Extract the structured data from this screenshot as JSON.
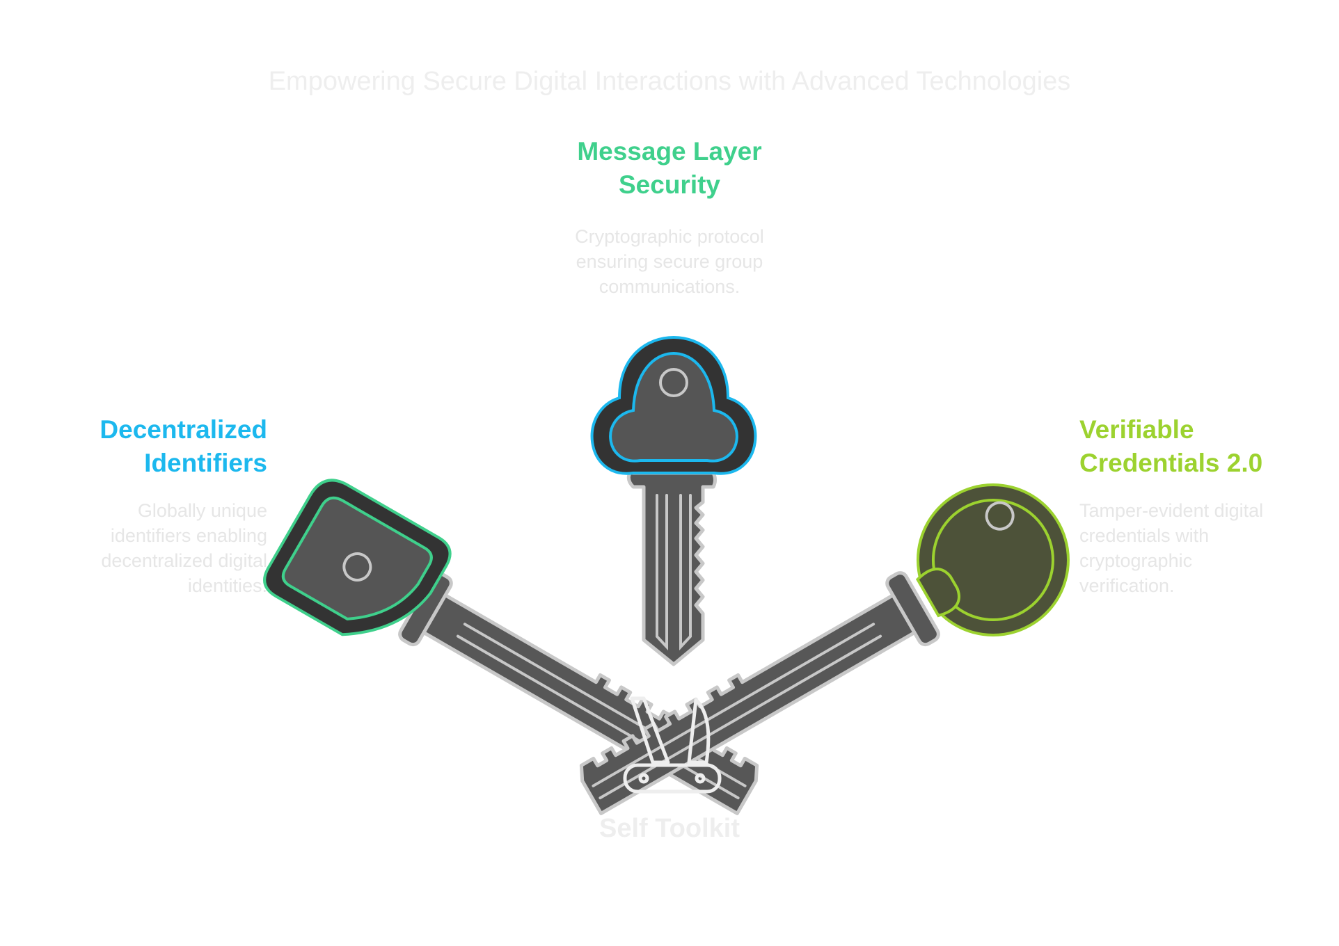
{
  "title": "Empowering Secure Digital Interactions with Advanced Technologies",
  "items": {
    "mls": {
      "heading_line1": "Message Layer",
      "heading_line2": "Security",
      "desc_line1": "Cryptographic protocol",
      "desc_line2": "ensuring secure group",
      "desc_line3": "communications.",
      "color": "#3fd08c"
    },
    "did": {
      "heading_line1": "Decentralized",
      "heading_line2": "Identifiers",
      "desc_line1": "Globally unique",
      "desc_line2": "identifiers enabling",
      "desc_line3": "decentralized digital",
      "desc_line4": "identities.",
      "color": "#1cb8ee"
    },
    "vc": {
      "heading_line1": "Verifiable",
      "heading_line2": "Credentials 2.0",
      "desc_line1": "Tamper-evident digital",
      "desc_line2": "credentials with",
      "desc_line3": "cryptographic",
      "desc_line4": "verification.",
      "color": "#9cd22f"
    }
  },
  "center": {
    "label": "Self Toolkit",
    "icon": "pocket-knife-icon"
  },
  "icons": {
    "left_key": "square-key-icon",
    "center_key": "cloud-key-icon",
    "right_key": "round-key-icon"
  }
}
